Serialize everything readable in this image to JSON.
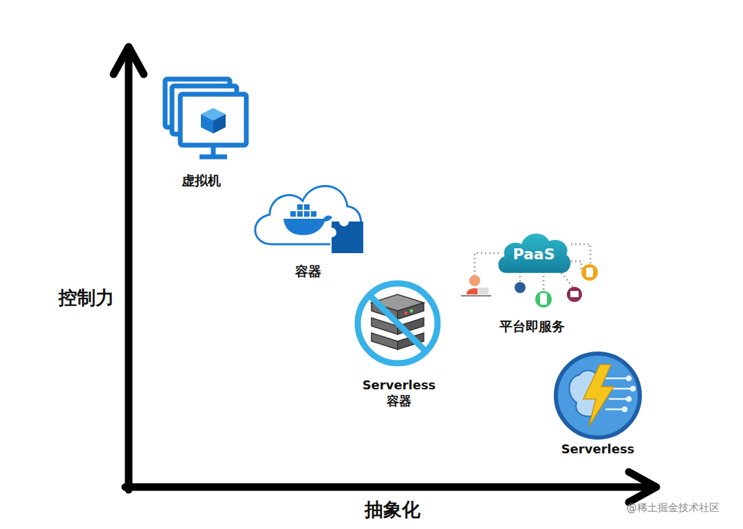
{
  "diagram": {
    "nodes": [
      {
        "text": [
          "PaaS"
        ]
      }
    ],
    "labels": [
      "控制力",
      "抽象化",
      "虚拟机",
      "容器",
      "Serverless 容器",
      "平台即服务",
      "Serverless",
      "@稀土掘金技术社区"
    ]
  }
}
